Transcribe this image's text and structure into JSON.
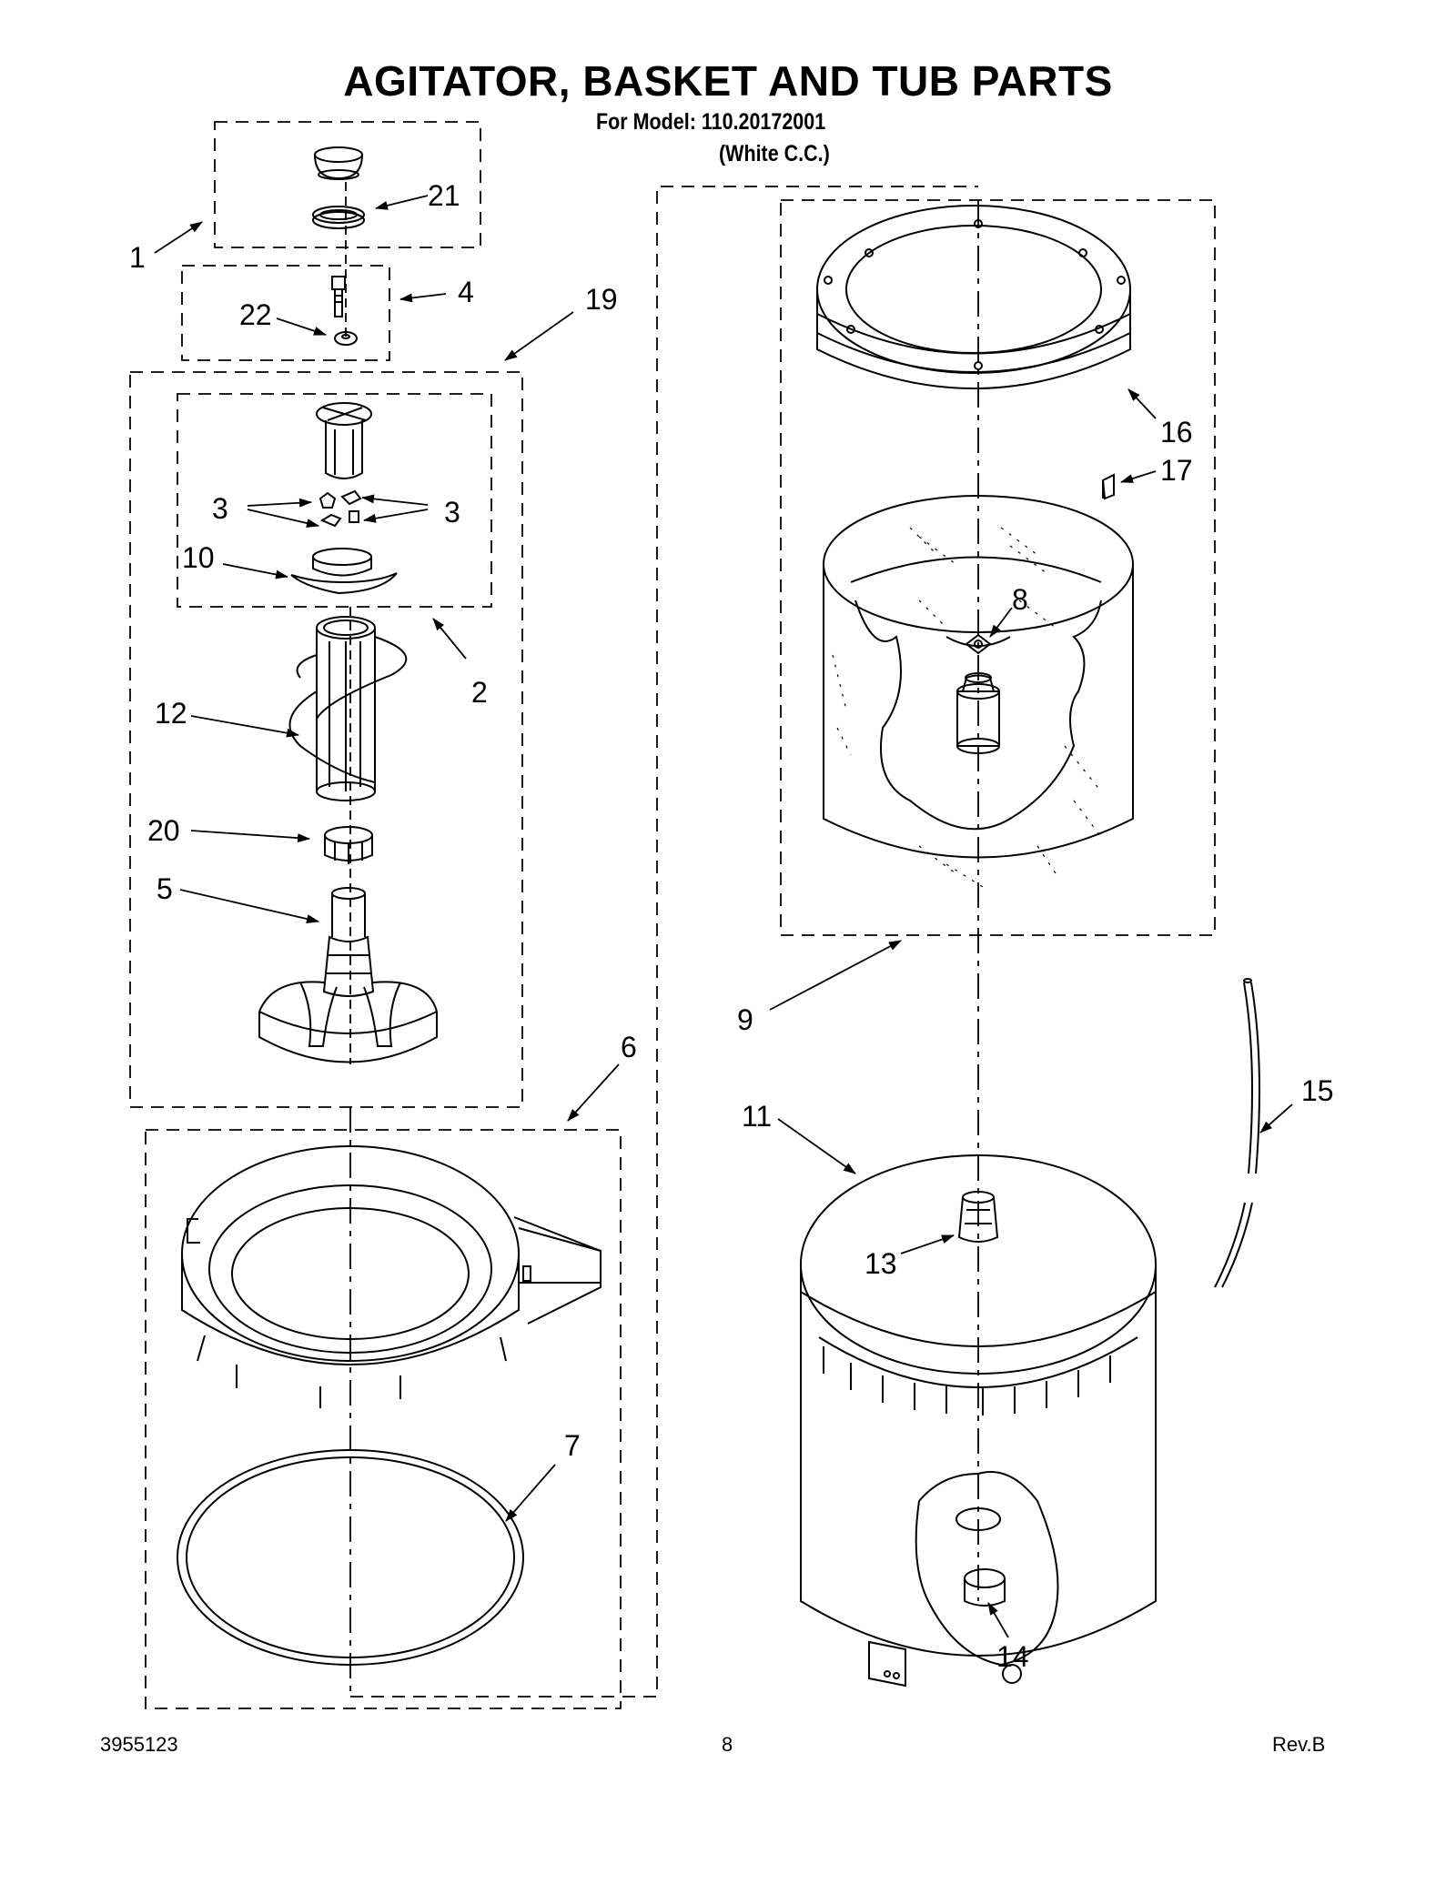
{
  "title": "AGITATOR, BASKET AND TUB PARTS",
  "model_line": "For Model: 110.20172001",
  "color_line": "(White C.C.)",
  "footer": {
    "doc_number": "3955123",
    "page_number": "8",
    "revision": "Rev.B"
  },
  "callouts": {
    "c1": "1",
    "c2": "2",
    "c3a": "3",
    "c3b": "3",
    "c4": "4",
    "c5": "5",
    "c6": "6",
    "c7": "7",
    "c8": "8",
    "c9": "9",
    "c10": "10",
    "c11": "11",
    "c12": "12",
    "c13": "13",
    "c14": "14",
    "c15": "15",
    "c16": "16",
    "c17": "17",
    "c19": "19",
    "c20": "20",
    "c21": "21",
    "c22": "22"
  }
}
